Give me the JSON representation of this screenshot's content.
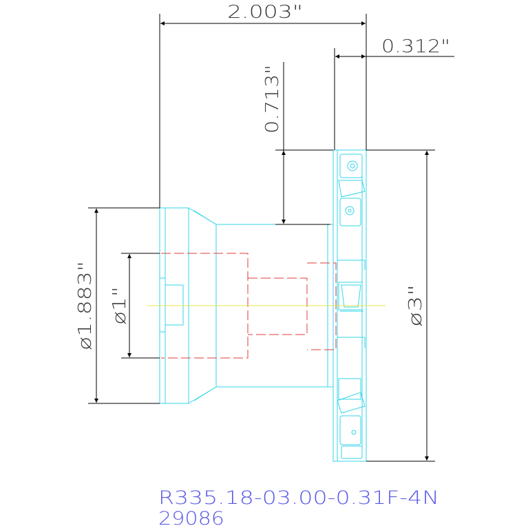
{
  "dimensions": {
    "overall_length": "2.003\"",
    "flange_width": "0.312\"",
    "step_height": "0.713\"",
    "shank_diameter": "ø1.883\"",
    "bore_diameter": "ø1\"",
    "cutter_diameter": "ø3\""
  },
  "part": {
    "number": "R335.18-03.00-0.31F-4N",
    "code": "29086"
  },
  "colors": {
    "body": "#33d6e8",
    "hidden": "#e23b3b",
    "centerline": "#e6e64a",
    "dimension": "#000000",
    "label": "#5a5ae6"
  }
}
